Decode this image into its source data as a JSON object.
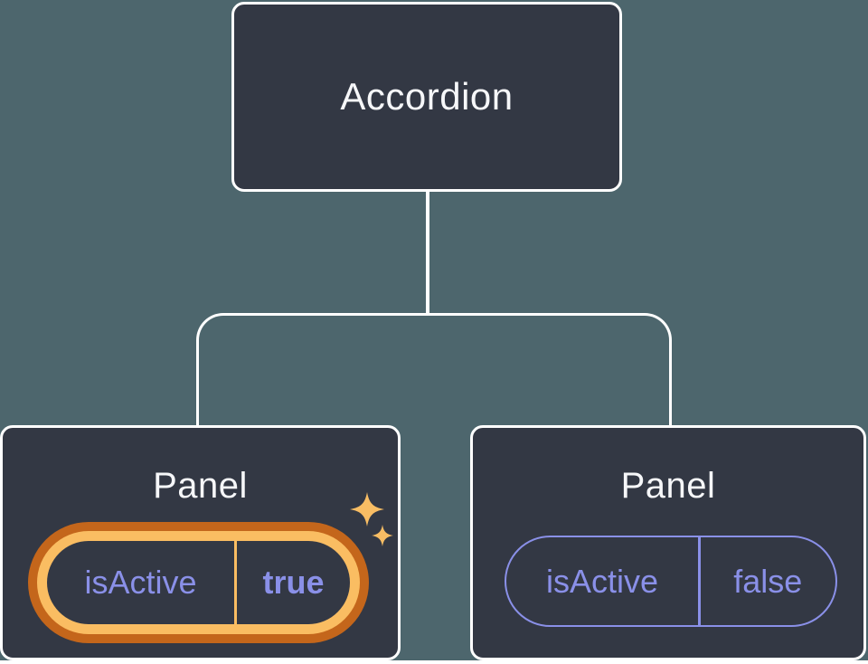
{
  "tree": {
    "root": {
      "label": "Accordion"
    },
    "children": [
      {
        "label": "Panel",
        "state": {
          "name": "isActive",
          "value": "true"
        },
        "highlighted": true,
        "icon": "sparkles-icon"
      },
      {
        "label": "Panel",
        "state": {
          "name": "isActive",
          "value": "false"
        },
        "highlighted": false
      }
    ]
  },
  "colors": {
    "bg": "#4D666D",
    "box": "#333844",
    "line": "#FFFFFF",
    "text": "#F6F7F9",
    "purple": "#8A90E8",
    "orange": "#C4661B",
    "gold": "#FABD62",
    "sparkle": "#F8BD64"
  }
}
